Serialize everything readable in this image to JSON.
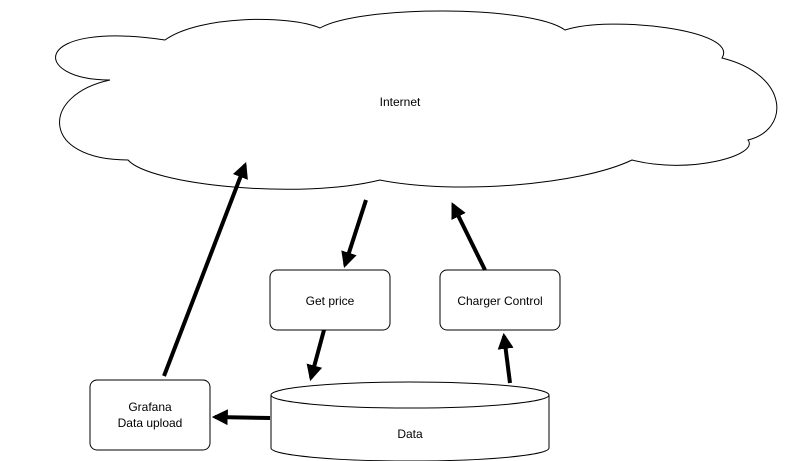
{
  "diagram": {
    "cloud": {
      "label": "Internet"
    },
    "nodes": {
      "get_price": {
        "label": "Get price"
      },
      "charger_control": {
        "label": "Charger Control"
      },
      "grafana": {
        "line1": "Grafana",
        "line2": "Data upload"
      },
      "data": {
        "label": "Data"
      }
    },
    "edges": [
      {
        "from": "Internet",
        "to": "Get price"
      },
      {
        "from": "Get price",
        "to": "Data"
      },
      {
        "from": "Data",
        "to": "Charger Control"
      },
      {
        "from": "Charger Control",
        "to": "Internet"
      },
      {
        "from": "Data",
        "to": "Grafana Data upload"
      },
      {
        "from": "Grafana Data upload",
        "to": "Internet"
      }
    ],
    "colors": {
      "stroke": "#000000",
      "fill": "#ffffff"
    }
  }
}
